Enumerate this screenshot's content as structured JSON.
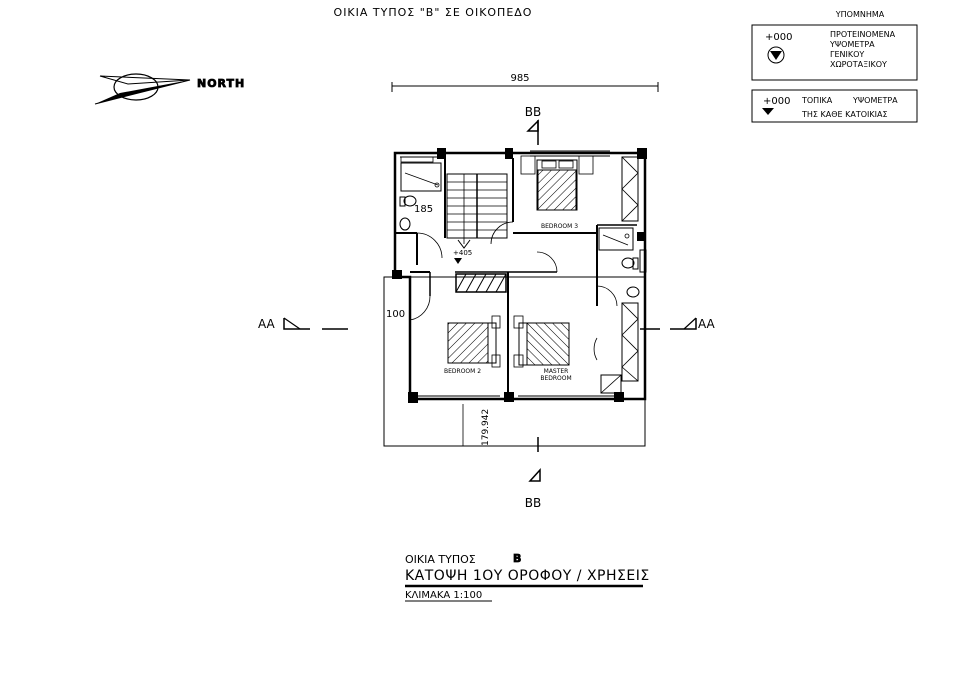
{
  "top_title": "ΟΙΚΙΑ ΤΥΠΟΣ \"B\" ΣΕ ΟΙΚΟΠΕΔΟ",
  "legend": {
    "title": "ΥΠΟΜΝΗΜΑ",
    "general_level_value": "+000",
    "general_level_text": [
      "ΠΡΟΤΕΙΝΟΜΕΝΑ",
      "ΥΨΟΜΕΤΡΑ",
      "ΓΕΝΙΚΟΥ",
      "ΧΩΡΟΤΑΞΙΚΟΥ"
    ],
    "local_level_value": "+000",
    "local_level_text_1": "ΤΟΠΙΚΑ",
    "local_level_text_2": "ΥΨΟΜΕΤΡΑ",
    "local_level_text_3": "ΤΗΣ ΚΑΘΕ ΚΑΤΟΙΚΙΑΣ"
  },
  "north_label": "NORTH",
  "dimensions": {
    "overall_width": "985",
    "bath_width": "185",
    "balcony_depth": "100",
    "terrace_dim": "179.942"
  },
  "section_marks": {
    "aa_left": "AA",
    "aa_right": "AA",
    "bb_top": "BB",
    "bb_bottom": "BB"
  },
  "level_mark": "+405",
  "rooms": {
    "bedroom_3": "BEDROOM 3",
    "bedroom_2": "BEDROOM 2",
    "master_line_1": "MASTER",
    "master_line_2": "BEDROOM"
  },
  "title_block": {
    "line_1": "ΟΙΚΙΑ ΤΥΠΟΣ",
    "type_letter": "B",
    "line_2": "ΚΑΤΟΨΗ 1ΟΥ ΟΡΟΦΟΥ / ΧΡΗΣΕΙΣ",
    "scale": "ΚΛΙΜΑΚΑ 1:100"
  }
}
